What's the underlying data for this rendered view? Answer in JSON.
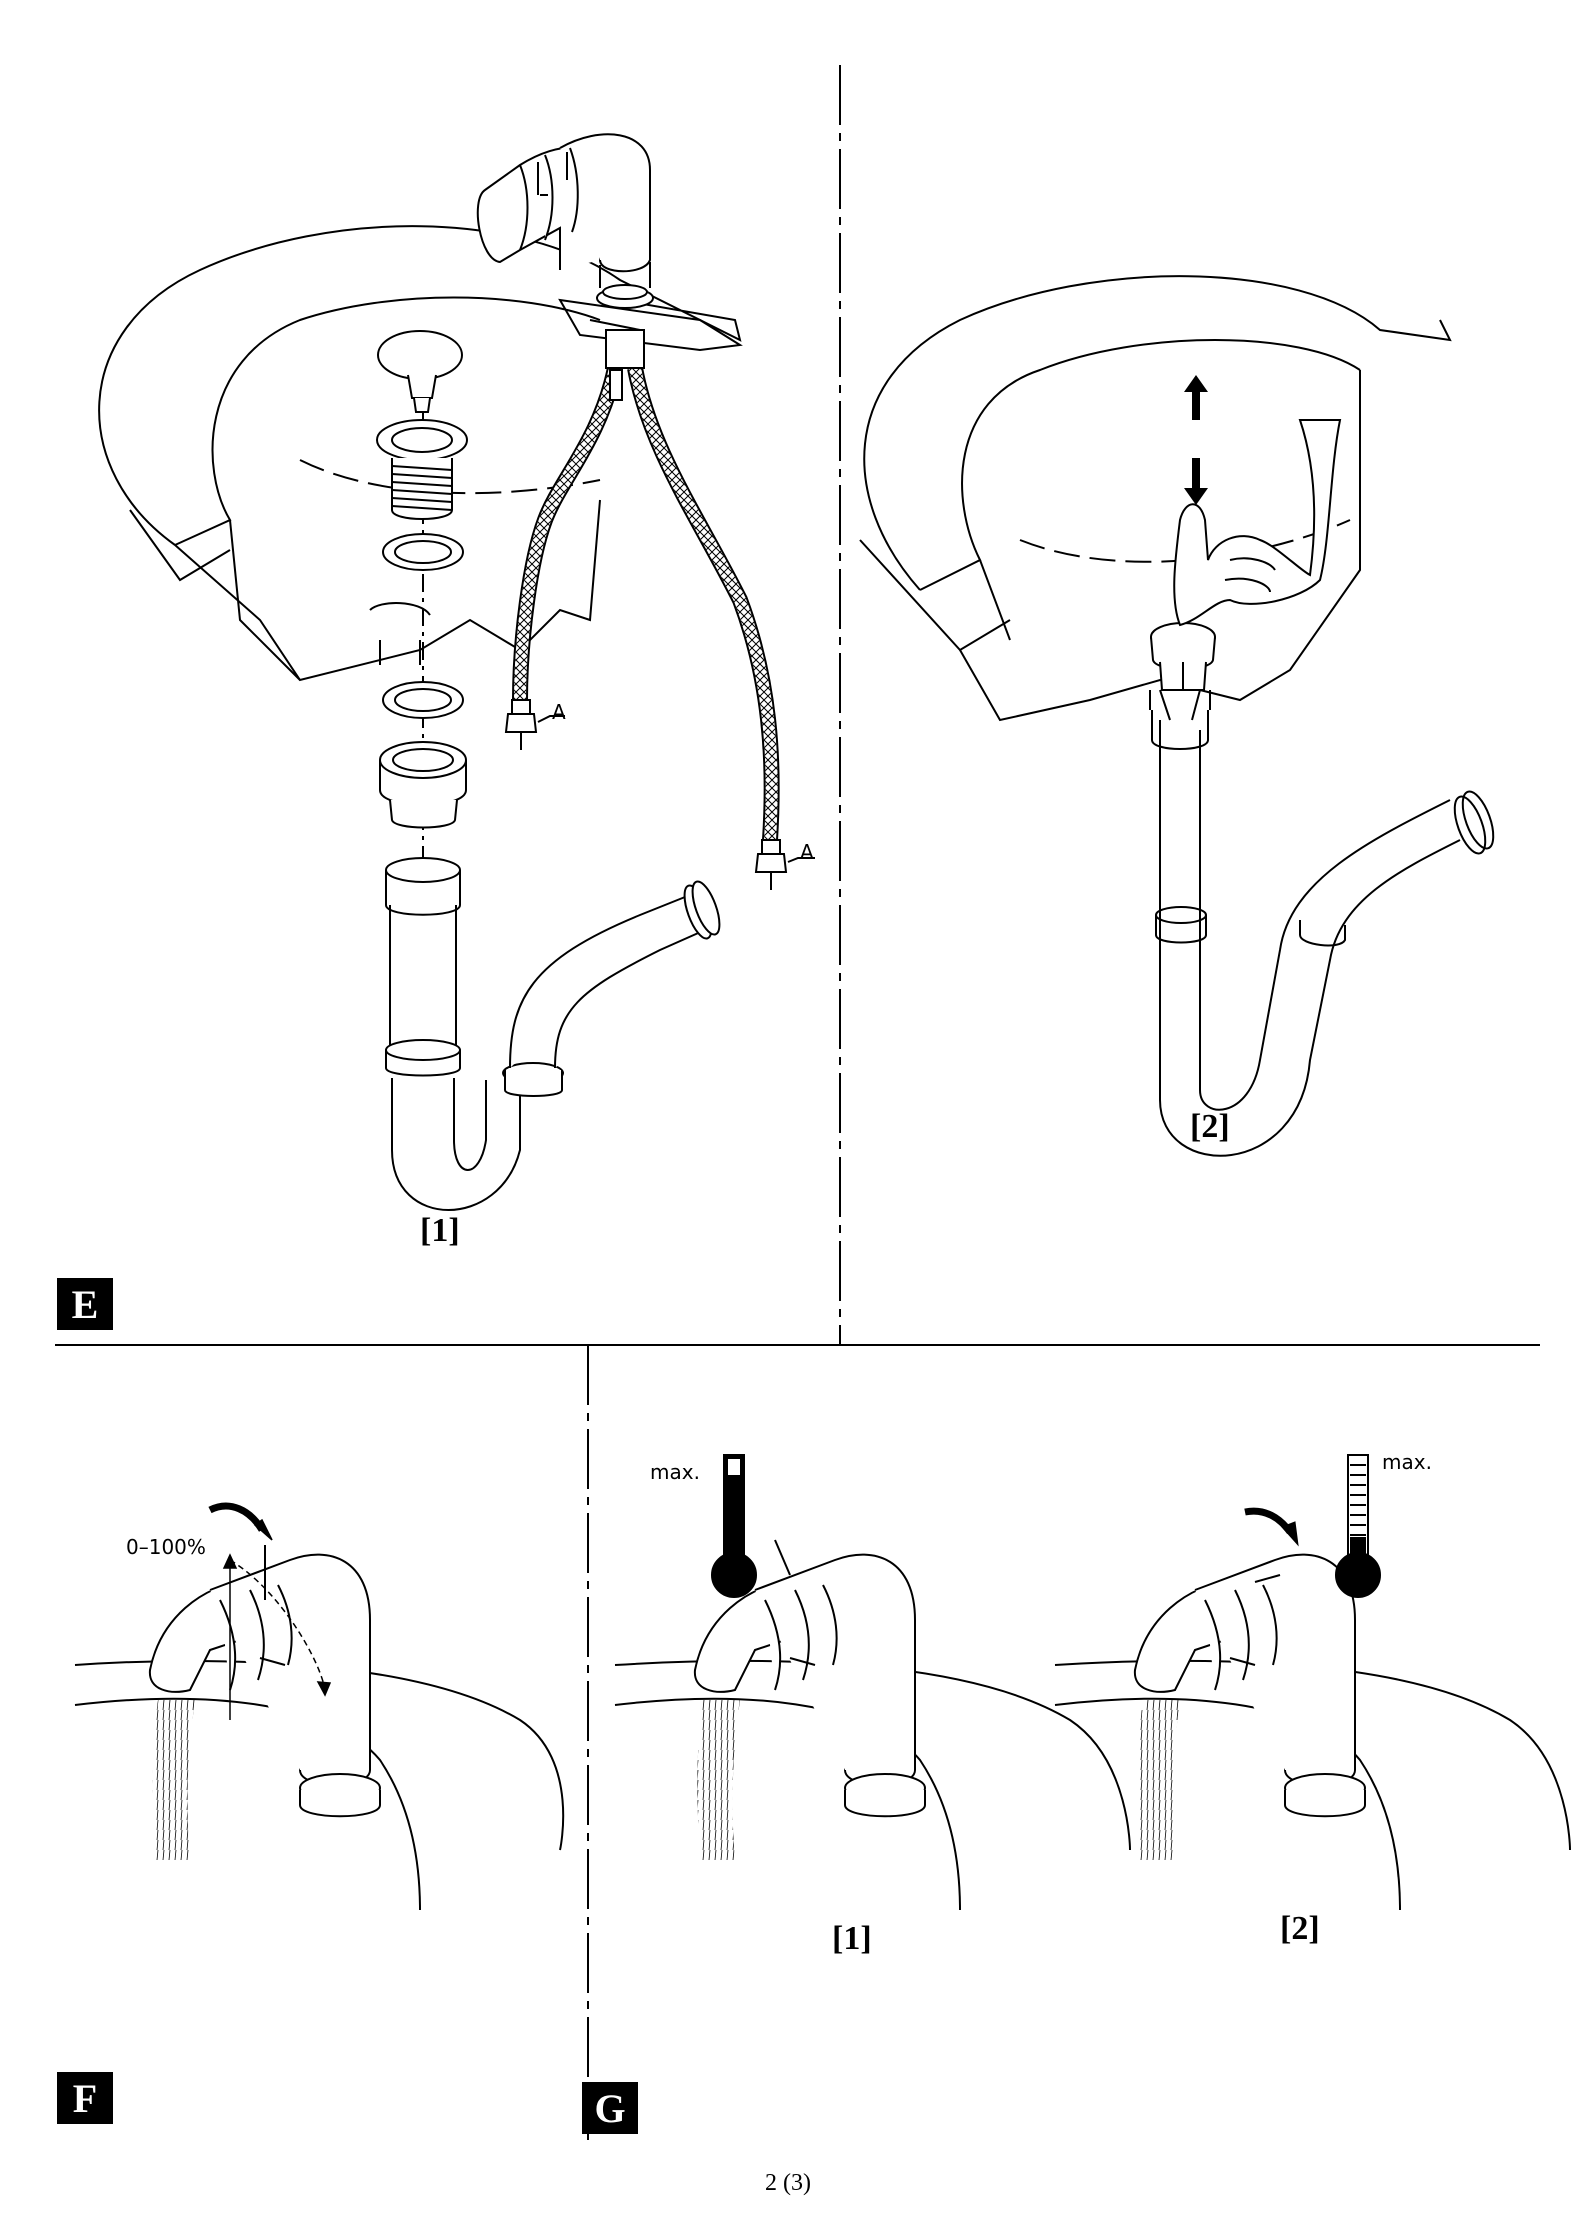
{
  "section_e": {
    "badge": "E",
    "step1_label": "[1]",
    "step2_label": "[2]",
    "hose_label_1": "A",
    "hose_label_2": "A"
  },
  "section_f": {
    "badge": "F",
    "range_label": "0–100%"
  },
  "section_g": {
    "badge": "G",
    "step1_label": "[1]",
    "step2_label": "[2]",
    "thermo_label_1": "max.",
    "thermo_label_2": "max."
  },
  "footer": {
    "page_number": "2 (3)"
  }
}
